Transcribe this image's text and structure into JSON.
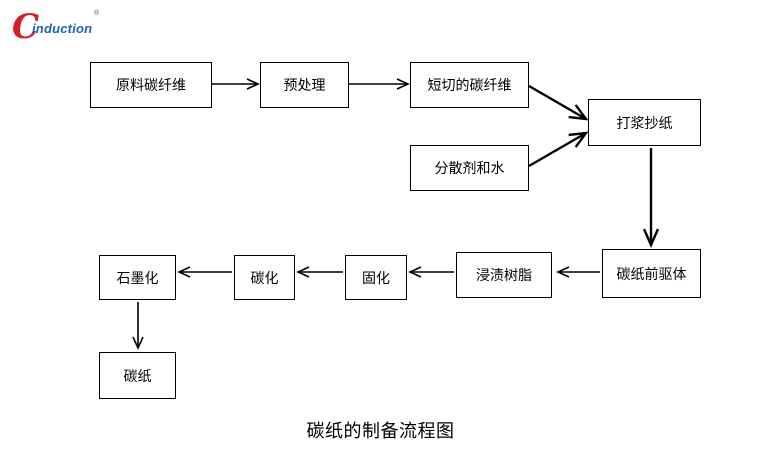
{
  "logo": {
    "initial": "C",
    "text": "induction",
    "registered_mark": "®",
    "colors": {
      "initial": "#d41f26",
      "text": "#1f63b5"
    }
  },
  "nodes": {
    "raw_fiber": "原料碳纤维",
    "pretreatment": "预处理",
    "chopped_fiber": "短切的碳纤维",
    "dispersant_water": "分散剂和水",
    "pulp_papermaking": "打浆抄纸",
    "carbon_paper_precursor": "碳纸前驱体",
    "resin_impregnation": "浸渍树脂",
    "curing": "固化",
    "carbonization": "碳化",
    "graphitization": "石墨化",
    "carbon_paper": "碳纸"
  },
  "edges": [
    [
      "raw_fiber",
      "pretreatment"
    ],
    [
      "pretreatment",
      "chopped_fiber"
    ],
    [
      "chopped_fiber",
      "pulp_papermaking"
    ],
    [
      "dispersant_water",
      "pulp_papermaking"
    ],
    [
      "pulp_papermaking",
      "carbon_paper_precursor"
    ],
    [
      "carbon_paper_precursor",
      "resin_impregnation"
    ],
    [
      "resin_impregnation",
      "curing"
    ],
    [
      "curing",
      "carbonization"
    ],
    [
      "carbonization",
      "graphitization"
    ],
    [
      "graphitization",
      "carbon_paper"
    ]
  ],
  "caption": "碳纸的制备流程图"
}
